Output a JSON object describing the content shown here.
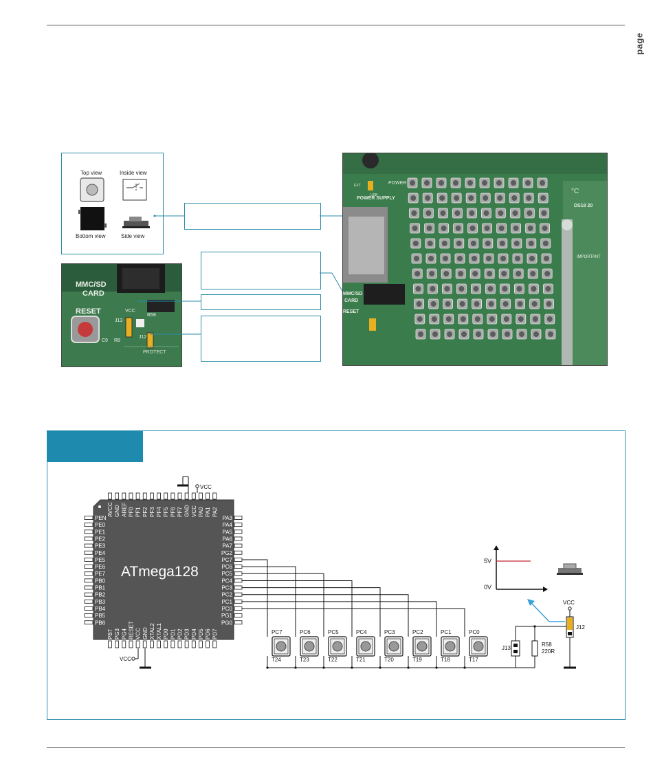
{
  "page_tab": "page",
  "switch_views": {
    "top_view": "Top view",
    "inside_view": "Inside view",
    "bottom_view": "Bottom view",
    "side_view": "Side view"
  },
  "photo_left": {
    "mmc_sd": "MMC/SD",
    "card": "CARD",
    "reset": "RESET",
    "vcc": "VCC",
    "r58": "R58",
    "j13": "J13",
    "j12": "J12",
    "c9": "C9",
    "r8": "R8",
    "protect": "PROTECT"
  },
  "photo_right": {
    "power_supply": "POWER SUPPLY",
    "power": "POWER",
    "usb": "USB",
    "ext": "EXT",
    "ds18": "DS18 20",
    "mmc": "MMC/SD",
    "card": "CARD",
    "reset": "RESET",
    "degree": "°C",
    "important": "IMPORTANT"
  },
  "schematic": {
    "chip_name": "ATmega128",
    "top_pins": [
      "AVCC",
      "GND",
      "AREF",
      "PF0",
      "PF1",
      "PF2",
      "PF3",
      "PF4",
      "PF5",
      "PF6",
      "PF7",
      "GND",
      "VCC",
      "PA0",
      "PA1",
      "PA2"
    ],
    "left_pins": [
      "PEN",
      "PE0",
      "PE1",
      "PE2",
      "PE3",
      "PE4",
      "PE5",
      "PE6",
      "PE7",
      "PB0",
      "PB1",
      "PB2",
      "PB3",
      "PB4",
      "PB5",
      "PB6"
    ],
    "right_pins": [
      "PA3",
      "PA4",
      "PA5",
      "PA6",
      "PA7",
      "PG2",
      "PC7",
      "PC6",
      "PC5",
      "PC4",
      "PC3",
      "PC2",
      "PC1",
      "PC0",
      "PG1",
      "PG0"
    ],
    "bottom_pins": [
      "PB7",
      "PG3",
      "PG4",
      "RESET",
      "VCC",
      "GND",
      "XTAL2",
      "XTAL1",
      "PD0",
      "PD1",
      "PD2",
      "PD3",
      "PD4",
      "PD5",
      "PD6",
      "PD7"
    ],
    "vcc_top": "VCC",
    "vcc_bottom": "VCC",
    "buttons": [
      {
        "pin": "PC7",
        "ref": "T24"
      },
      {
        "pin": "PC6",
        "ref": "T23"
      },
      {
        "pin": "PC5",
        "ref": "T22"
      },
      {
        "pin": "PC4",
        "ref": "T21"
      },
      {
        "pin": "PC3",
        "ref": "T20"
      },
      {
        "pin": "PC2",
        "ref": "T19"
      },
      {
        "pin": "PC1",
        "ref": "T18"
      },
      {
        "pin": "PC0",
        "ref": "T17"
      }
    ],
    "j13": "J13",
    "r58_name": "R58",
    "r58_value": "220R",
    "vcc_j12": "VCC",
    "j12": "J12",
    "graph_5v": "5V",
    "graph_0v": "0V"
  },
  "colors": {
    "accent": "#1e8aad",
    "frame": "#2a8ba8",
    "jumper": "#e8b020",
    "pcb_green": "#3f7a4c",
    "signal": "#c0272d"
  }
}
